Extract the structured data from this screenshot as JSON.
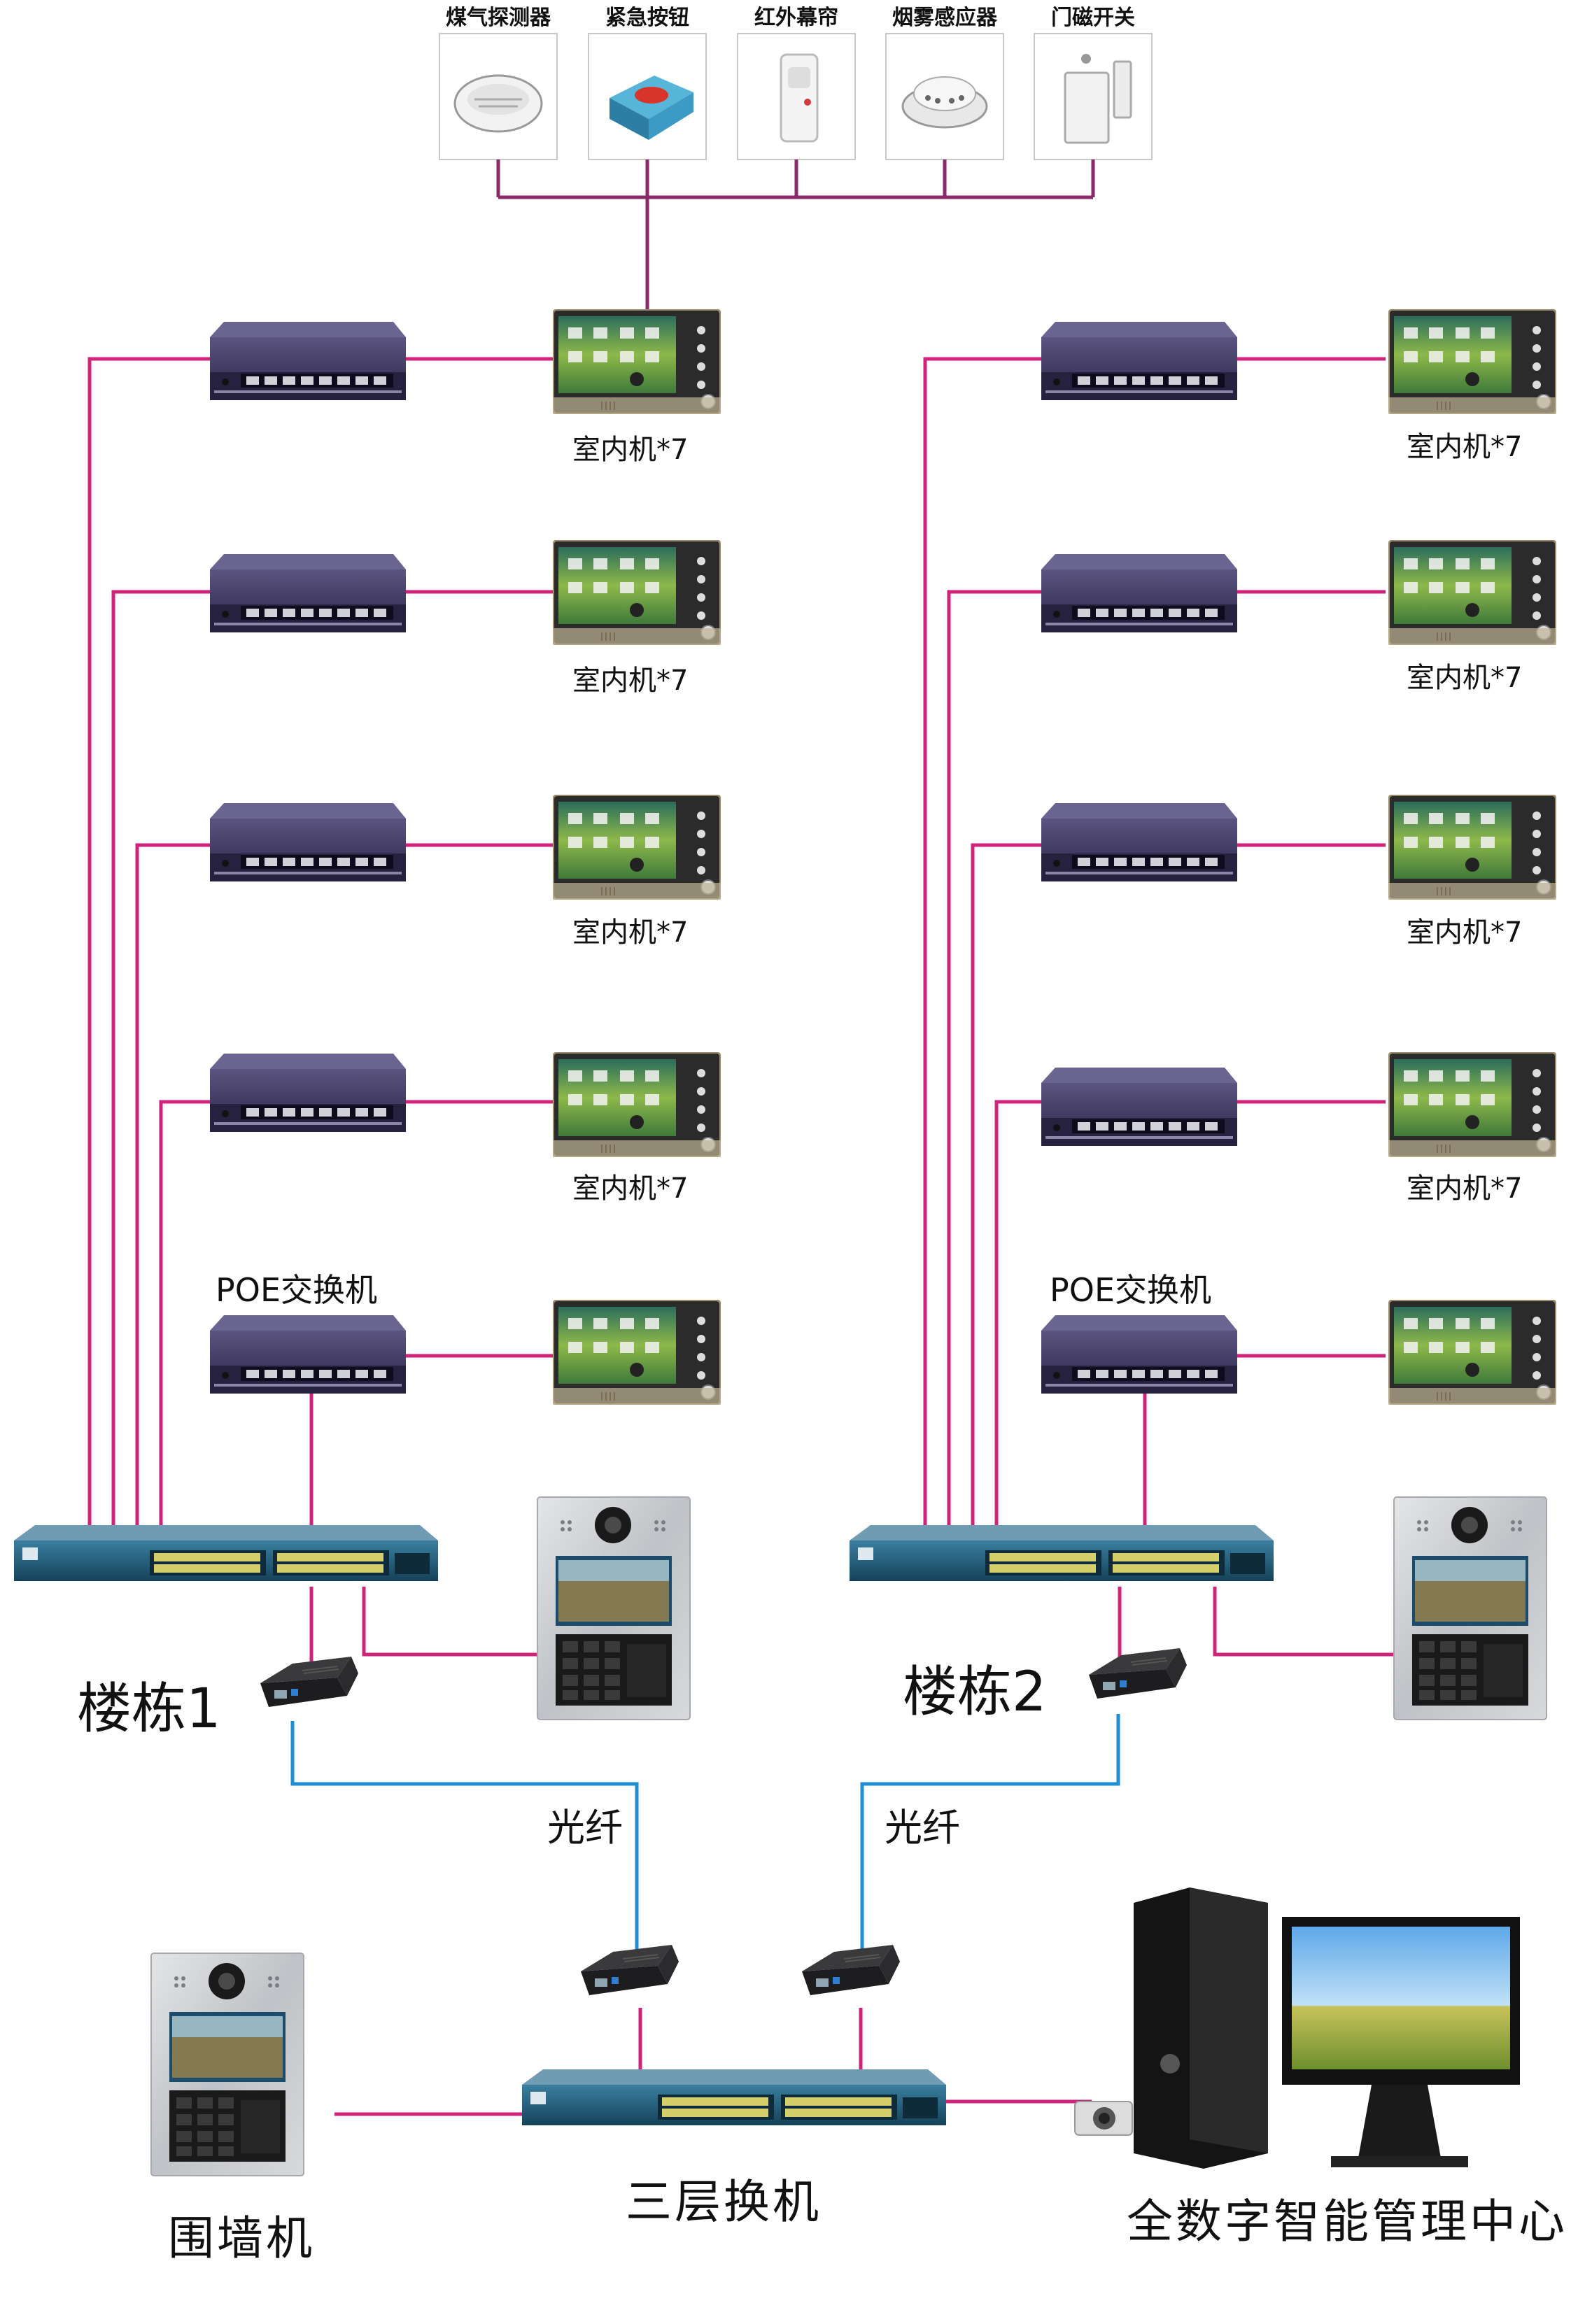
{
  "colors": {
    "copper_line": "#d0237a",
    "fiber_line": "#1e8fd5",
    "sensor_line": "#8a2a6a",
    "switch_body": "#3a3560",
    "core_switch": "#1f5a78",
    "panel_steel": "#c9cbce"
  },
  "sensors": [
    {
      "label": "煤气探测器",
      "icon": "gas-detector-icon"
    },
    {
      "label": "紧急按钮",
      "icon": "emergency-button-icon"
    },
    {
      "label": "红外幕帘",
      "icon": "infrared-curtain-icon"
    },
    {
      "label": "烟雾感应器",
      "icon": "smoke-detector-icon"
    },
    {
      "label": "门磁开关",
      "icon": "door-magnet-icon"
    }
  ],
  "building1": {
    "indoor_labels": [
      "室内机*7",
      "室内机*7",
      "室内机*7",
      "室内机*7"
    ],
    "poe_label": "POE交换机",
    "name": "楼栋1"
  },
  "building2": {
    "indoor_labels": [
      "室内机*7",
      "室内机*7",
      "室内机*7",
      "室内机*7"
    ],
    "poe_label": "POE交换机",
    "name": "楼栋2"
  },
  "fiber_labels": [
    "光纤",
    "光纤"
  ],
  "bottom": {
    "wall_unit": "围墙机",
    "core_switch": "三层换机",
    "management_center": "全数字智能管理中心"
  }
}
